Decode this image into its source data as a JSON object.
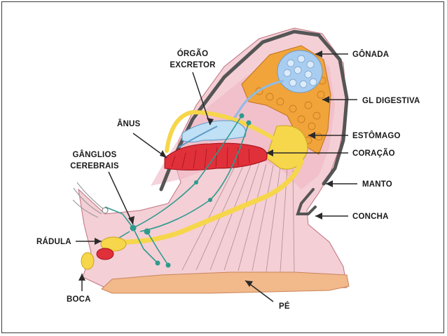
{
  "labels": {
    "orgao_excretor_line1": "ÓRGÃO",
    "orgao_excretor_line2": "EXCRETOR",
    "gonada": "GÔNADA",
    "gl_digestiva": "GL DIGESTIVA",
    "anus": "ÂNUS",
    "estomago": "ESTÔMAGO",
    "coracao": "CORAÇÃO",
    "ganglios_line1": "GÂNGLIOS",
    "ganglios_line2": "CEREBRAIS",
    "manto": "MANTO",
    "concha": "CONCHA",
    "radula": "RÁDULA",
    "boca": "BOCA",
    "pe": "PÉ"
  },
  "colors": {
    "body_pink": "#f4cfd6",
    "body_pink_dark": "#e9aab8",
    "gonad_blue": "#a9cdf0",
    "digestive_orange": "#f0a43a",
    "stomach_yellow": "#f6d64a",
    "heart_red": "#e0303a",
    "nerve_teal": "#2f9a8e",
    "excretor_blue": "#bfe0f5",
    "shell_gray": "#555555",
    "foot_peach": "#f2b98a"
  }
}
